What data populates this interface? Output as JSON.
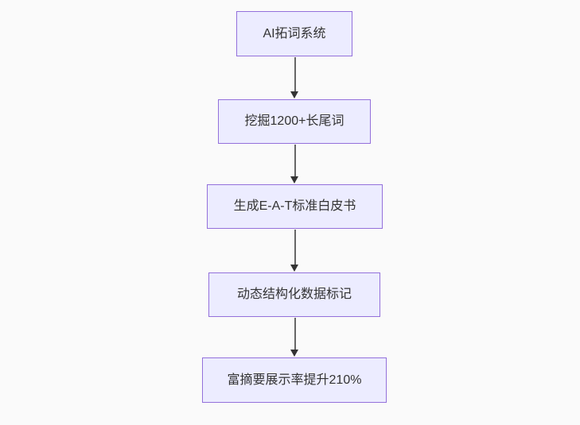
{
  "flowchart": {
    "direction": "top-down",
    "colors": {
      "background": "#fafafa",
      "node_fill": "#ECECFF",
      "node_border": "#9370DB",
      "node_text": "#333333",
      "edge_line": "#666666",
      "arrowhead": "#333333"
    },
    "nodes": [
      {
        "label": "AI拓词系统"
      },
      {
        "label": "挖掘1200+长尾词"
      },
      {
        "label": "生成E-A-T标准白皮书"
      },
      {
        "label": "动态结构化数据标记"
      },
      {
        "label": "富摘要展示率提升210%"
      }
    ],
    "edges": [
      {
        "from": 0,
        "to": 1,
        "arrow": "down"
      },
      {
        "from": 1,
        "to": 2,
        "arrow": "down"
      },
      {
        "from": 2,
        "to": 3,
        "arrow": "down"
      },
      {
        "from": 3,
        "to": 4,
        "arrow": "down"
      }
    ]
  }
}
